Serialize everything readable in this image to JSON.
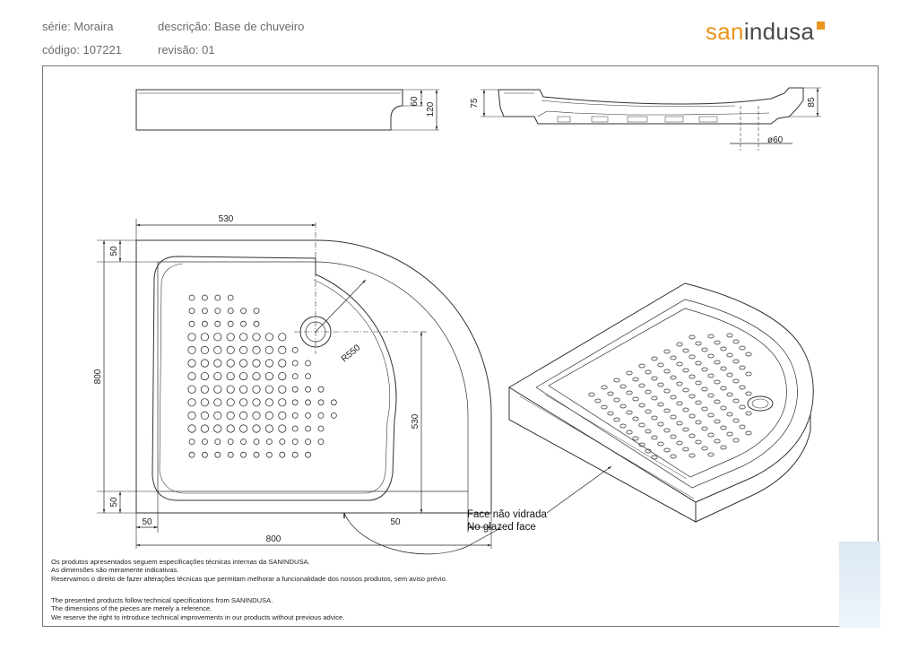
{
  "header": {
    "serie": "série: Moraira",
    "descricao": "descrição: Base de chuveiro",
    "codigo": "código: 107221",
    "revisao": "revisão: 01"
  },
  "brand": {
    "prefix": "san",
    "suffix": "indusa",
    "accent": "#e8961e"
  },
  "dimensions": {
    "side_60": "60",
    "side_120": "120",
    "section_75": "75",
    "section_85": "85",
    "drain_diameter": "ø60",
    "top_530": "530",
    "left_50_top": "50",
    "left_800": "800",
    "left_50_bottom": "50",
    "radius": "R550",
    "right_530": "530",
    "bottom_50_left": "50",
    "bottom_50_right": "50",
    "bottom_800": "800"
  },
  "labels": {
    "face_pt": "Face não vidrada",
    "face_en": "No glazed face"
  },
  "notes": {
    "pt": [
      "Os produtos apresentados seguem especificações técnicas internas da SANINDUSA.",
      "As dimensões são meramente indicativas.",
      "Reservamos o direito de fazer alterações técnicas que permitam melhorar a funcionalidade dos nossos produtos, sem aviso prévio."
    ],
    "en": [
      "The presented products follow technical specifications from SANINDUSA.",
      "The dimensions of the pieces are merely a reference.",
      "We reserve the right to introduce technical improvements in our products without previous advice."
    ]
  }
}
